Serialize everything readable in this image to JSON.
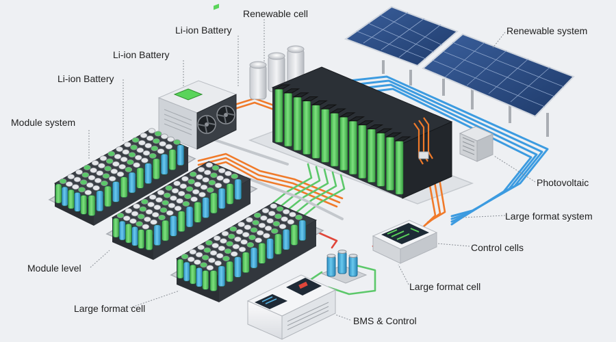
{
  "labels": {
    "renewable_cell": "Renewable cell",
    "li_ion_battery_1": "Li-ion Battery",
    "li_ion_battery_2": "Li-ion Battery",
    "li_ion_battery_3": "Li-ion Battery",
    "renewable_system": "Renewable system",
    "module_system": "Module system",
    "photovoltaic": "Photovoltaic",
    "large_format_system": "Large format system",
    "control_cells": "Control cells",
    "module_level": "Module level",
    "large_format_cell_right": "Large format cell",
    "large_format_cell_left": "Large format cell",
    "bms_control": "BMS & Control"
  },
  "colors": {
    "background": "#eef0f3",
    "cell_green": "#4fc35a",
    "cell_blue": "#3ea9d8",
    "cable_orange": "#f07a2a",
    "cable_blue": "#3c9be0",
    "cable_green": "#5cc86a",
    "cable_red": "#e0463a",
    "panel_blue": "#2b4e86",
    "screen_green": "#5ad45a"
  },
  "icons": [
    "cooling-fan-icon",
    "solar-panel-icon",
    "battery-cell-icon",
    "screen-icon"
  ]
}
